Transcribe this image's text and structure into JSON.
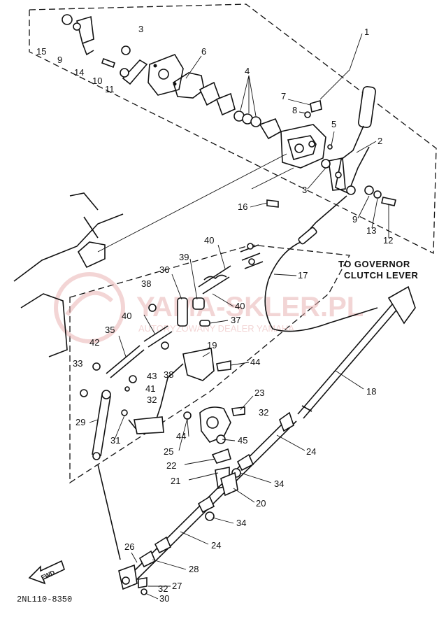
{
  "callouts": [
    {
      "id": "c1",
      "text": "1"
    },
    {
      "id": "c2",
      "text": "2"
    },
    {
      "id": "c3a",
      "text": "3"
    },
    {
      "id": "c3b",
      "text": "3"
    },
    {
      "id": "c4",
      "text": "4"
    },
    {
      "id": "c5",
      "text": "5"
    },
    {
      "id": "c6",
      "text": "6"
    },
    {
      "id": "c7",
      "text": "7"
    },
    {
      "id": "c8",
      "text": "8"
    },
    {
      "id": "c9a",
      "text": "9"
    },
    {
      "id": "c9b",
      "text": "9"
    },
    {
      "id": "c10",
      "text": "10"
    },
    {
      "id": "c11",
      "text": "11"
    },
    {
      "id": "c12",
      "text": "12"
    },
    {
      "id": "c13",
      "text": "13"
    },
    {
      "id": "c14",
      "text": "14"
    },
    {
      "id": "c15",
      "text": "15"
    },
    {
      "id": "c16",
      "text": "16"
    },
    {
      "id": "c17",
      "text": "17"
    },
    {
      "id": "c18",
      "text": "18"
    },
    {
      "id": "c19",
      "text": "19"
    },
    {
      "id": "c20",
      "text": "20"
    },
    {
      "id": "c21",
      "text": "21"
    },
    {
      "id": "c22",
      "text": "22"
    },
    {
      "id": "c23",
      "text": "23"
    },
    {
      "id": "c24a",
      "text": "24"
    },
    {
      "id": "c24b",
      "text": "24"
    },
    {
      "id": "c25",
      "text": "25"
    },
    {
      "id": "c26",
      "text": "26"
    },
    {
      "id": "c27",
      "text": "27"
    },
    {
      "id": "c28",
      "text": "28"
    },
    {
      "id": "c29",
      "text": "29"
    },
    {
      "id": "c30",
      "text": "30"
    },
    {
      "id": "c31",
      "text": "31"
    },
    {
      "id": "c32a",
      "text": "32"
    },
    {
      "id": "c32b",
      "text": "32"
    },
    {
      "id": "c32c",
      "text": "32"
    },
    {
      "id": "c33",
      "text": "33"
    },
    {
      "id": "c34a",
      "text": "34"
    },
    {
      "id": "c34b",
      "text": "34"
    },
    {
      "id": "c35",
      "text": "35"
    },
    {
      "id": "c36",
      "text": "36"
    },
    {
      "id": "c37",
      "text": "37"
    },
    {
      "id": "c38a",
      "text": "38"
    },
    {
      "id": "c38b",
      "text": "38"
    },
    {
      "id": "c39",
      "text": "39"
    },
    {
      "id": "c40a",
      "text": "40"
    },
    {
      "id": "c40b",
      "text": "40"
    },
    {
      "id": "c40c",
      "text": "40"
    },
    {
      "id": "c41",
      "text": "41"
    },
    {
      "id": "c42",
      "text": "42"
    },
    {
      "id": "c43",
      "text": "43"
    },
    {
      "id": "c44a",
      "text": "44"
    },
    {
      "id": "c44b",
      "text": "44"
    },
    {
      "id": "c45",
      "text": "45"
    }
  ],
  "notes": {
    "governor_line1": "TO GOVERNOR",
    "governor_line2": "CLUTCH LEVER",
    "fwd": "FWD",
    "drawing_code": "2NL110-8350"
  },
  "watermark": {
    "brand": "YAMA-SKLER.PL",
    "tagline": "AUTORYZOWANY DEALER YAMAHA"
  },
  "colors": {
    "ink": "#111111",
    "paper": "#ffffff",
    "watermark": "#e9b3b3"
  }
}
